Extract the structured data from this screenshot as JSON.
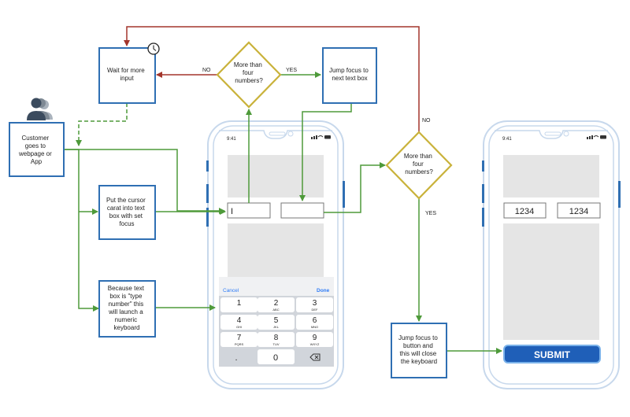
{
  "colors": {
    "box_border": "#2f6fb3",
    "decision": "#c9b23a",
    "green": "#4e9a3a",
    "red": "#a3352b",
    "phone": "#c7d8ec",
    "placeholder": "#e5e5e5",
    "submit": "#1f5fb8",
    "ios_blue": "#2f7cf6",
    "person": "#3b4b5e"
  },
  "flow": {
    "customer": [
      "Customer",
      "goes to",
      "webpage or",
      "App"
    ],
    "cursor": [
      "Put the cursor",
      "carat into text",
      "box with set",
      "focus"
    ],
    "keyboard_note": [
      "Because text",
      "box is \"type",
      "number\" this",
      "will launch a",
      "numeric",
      "keyboard"
    ],
    "wait": [
      "Wait for more",
      "input"
    ],
    "decision_1": [
      "More than",
      "four",
      "numbers?"
    ],
    "jump_next": [
      "Jump focus to",
      "next text box"
    ],
    "decision_2": [
      "More than",
      "four",
      "numbers?"
    ],
    "jump_button": [
      "Jump focus to",
      "button and",
      "this will close",
      "the keyboard"
    ],
    "label_no_1": "NO",
    "label_yes_1": "YES",
    "label_no_2": "NO",
    "label_yes_2": "YES"
  },
  "phone1": {
    "time": "9:41",
    "field1_value": "I",
    "field2_value": "",
    "kb_cancel": "Cancel",
    "kb_done": "Done",
    "keys": [
      {
        "n": "1",
        "l": ""
      },
      {
        "n": "2",
        "l": "ABC"
      },
      {
        "n": "3",
        "l": "DEF"
      },
      {
        "n": "4",
        "l": "GHI"
      },
      {
        "n": "5",
        "l": "JKL"
      },
      {
        "n": "6",
        "l": "MNO"
      },
      {
        "n": "7",
        "l": "PQRS"
      },
      {
        "n": "8",
        "l": "TUV"
      },
      {
        "n": "9",
        "l": "WXYZ"
      }
    ],
    "key_dot": ".",
    "key_zero": "0"
  },
  "phone2": {
    "time": "9:41",
    "field1_value": "1234",
    "field2_value": "1234",
    "submit_label": "SUBMIT"
  }
}
